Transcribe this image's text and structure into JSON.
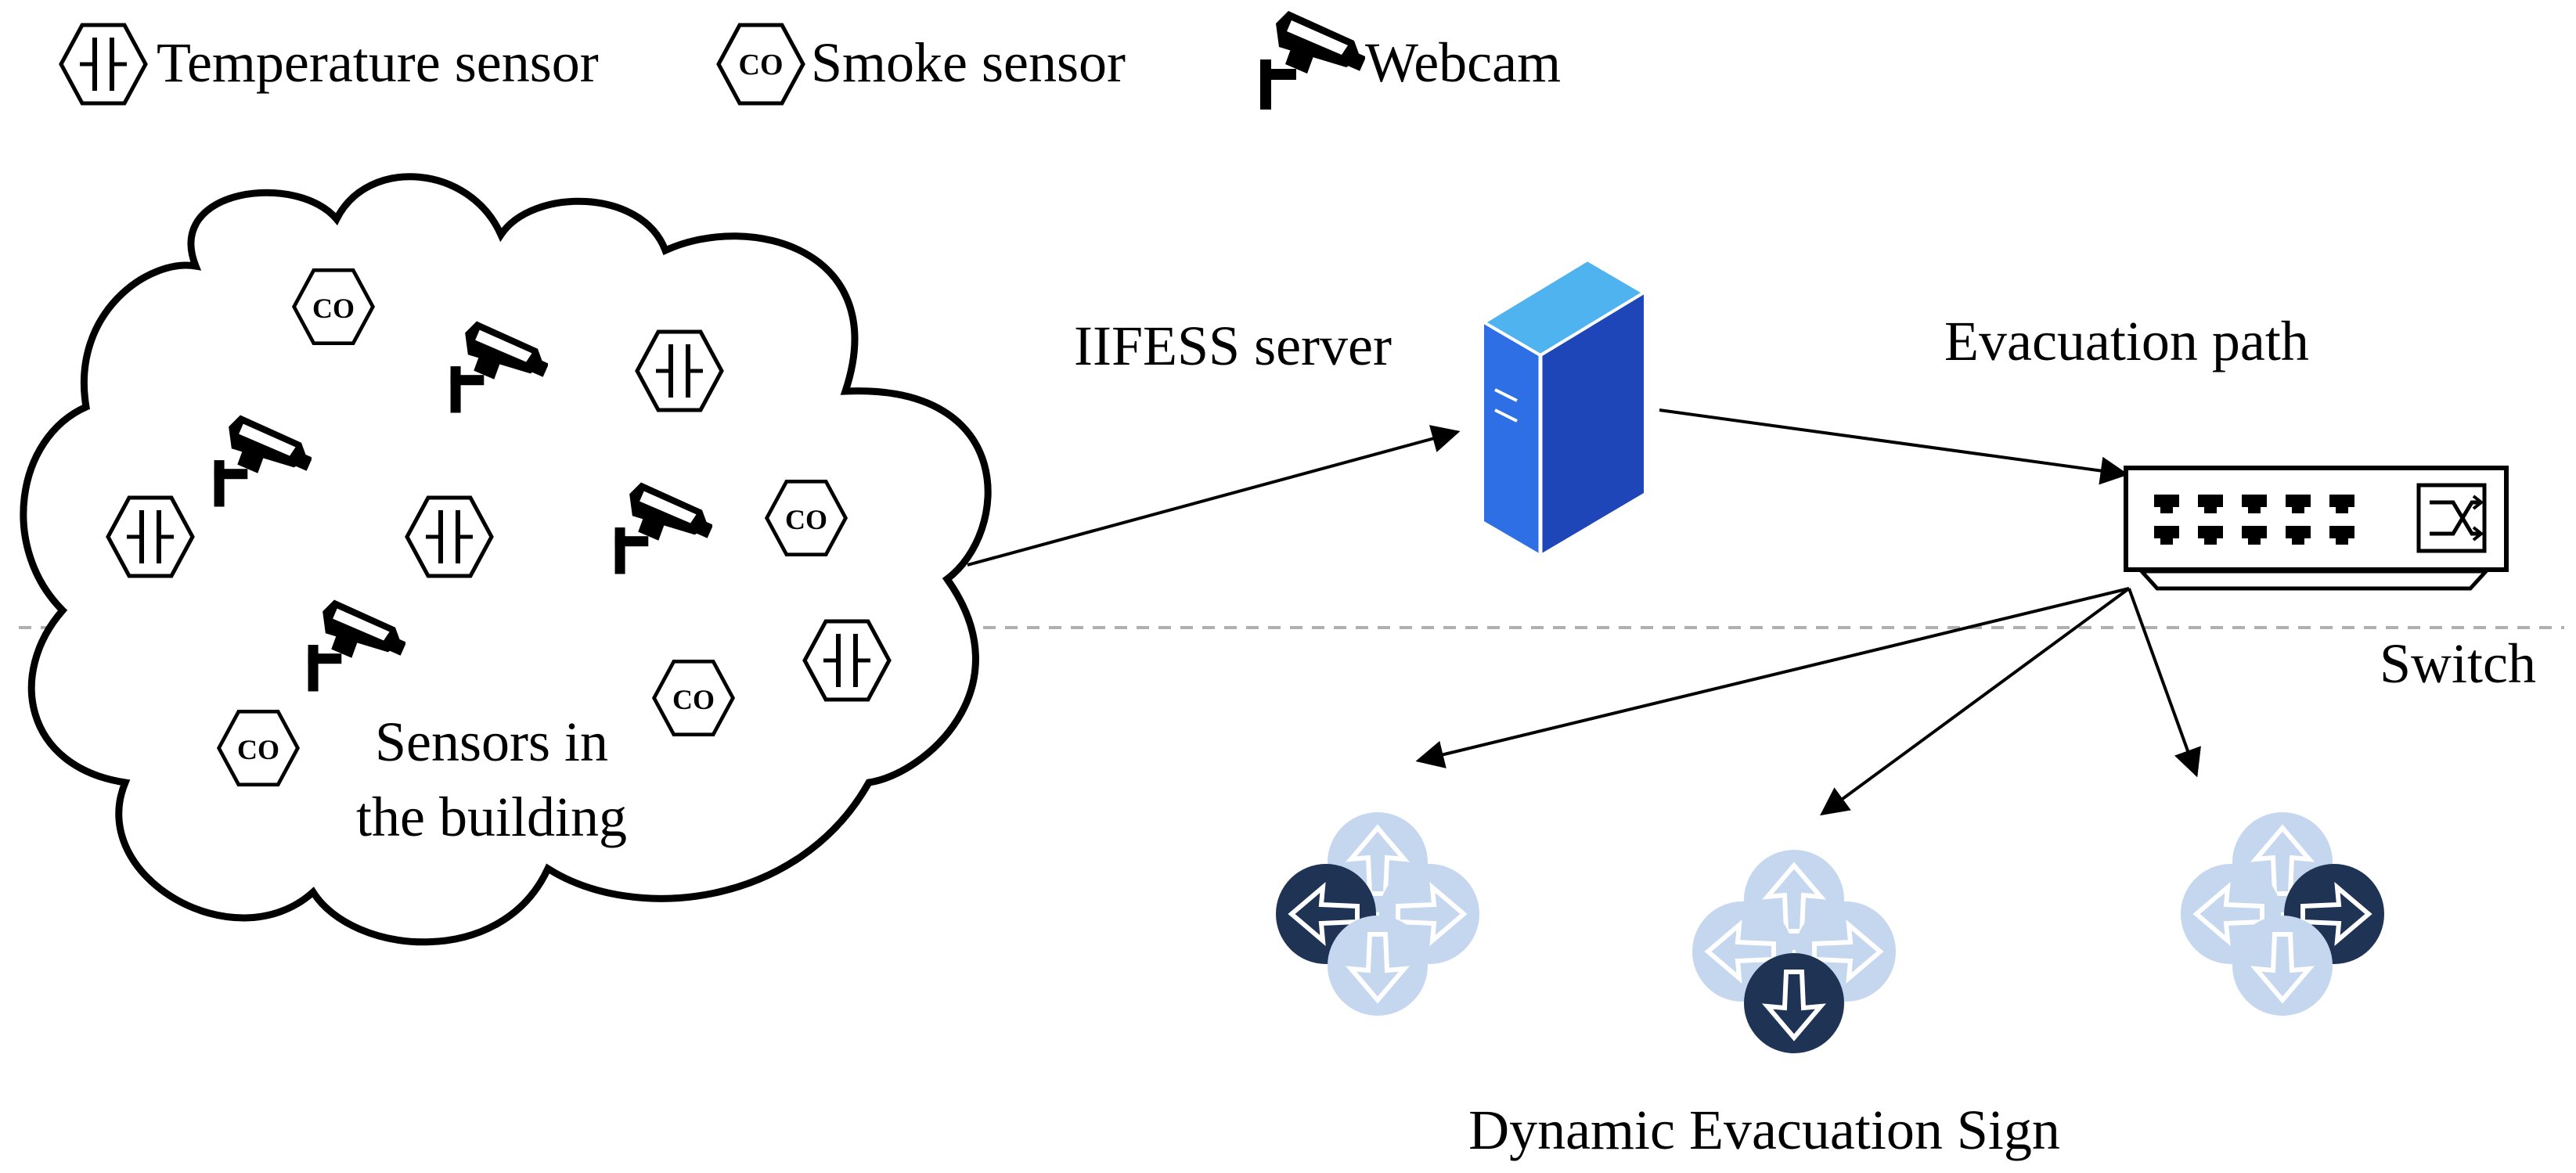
{
  "legend": {
    "temperature": "Temperature sensor",
    "smoke": "Smoke sensor",
    "webcam": "Webcam",
    "co_glyph": "CO"
  },
  "cloud": {
    "label_line1": "Sensors in",
    "label_line2": "the building"
  },
  "server": {
    "label": "IIFESS server"
  },
  "path": {
    "label": "Evacuation path"
  },
  "switch": {
    "label": "Switch"
  },
  "signs": {
    "label": "Dynamic Evacuation Sign"
  },
  "colors": {
    "active": "#1f3354",
    "inactive": "#c5d6ef",
    "server_top": "#4fb3ef",
    "server_front": "#2f6fe6",
    "server_side": "#1e46b8",
    "divider": "#b0b0b0"
  },
  "icons": [
    "temperature-sensor-icon",
    "smoke-sensor-icon",
    "webcam-icon",
    "server-icon",
    "network-switch-icon",
    "arrow-sign-icon"
  ],
  "sign_groups": [
    {
      "active": "left"
    },
    {
      "active": "down"
    },
    {
      "active": "right"
    }
  ]
}
